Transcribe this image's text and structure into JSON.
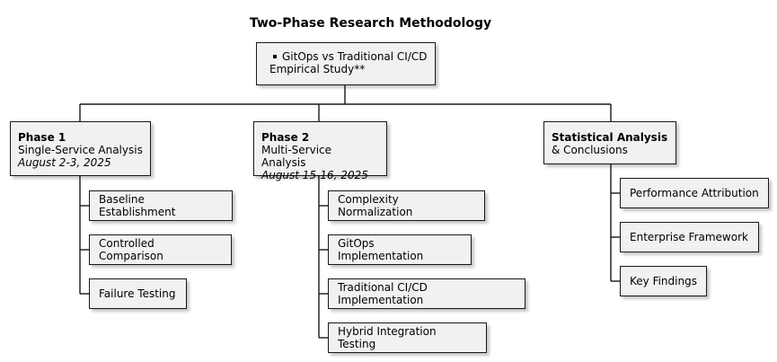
{
  "title": "Two-Phase Research Methodology",
  "root": {
    "line1": "GitOps vs Traditional CI/CD",
    "line2": "Empirical Study**"
  },
  "phases": [
    {
      "heading": "Phase 1",
      "subtitle": "Single-Service Analysis",
      "dates": "August 2-3, 2025",
      "items": [
        "Baseline Establishment",
        "Controlled Comparison",
        "Failure Testing"
      ]
    },
    {
      "heading": "Phase 2",
      "subtitle": "Multi-Service Analysis",
      "dates": "August 15-16, 2025",
      "items": [
        "Complexity Normalization",
        "GitOps Implementation",
        "Traditional CI/CD Implementation",
        "Hybrid Integration Testing"
      ]
    },
    {
      "heading": "Statistical Analysis",
      "subtitle": "& Conclusions",
      "items": [
        "Performance Attribution",
        "Enterprise Framework",
        "Key Findings"
      ]
    }
  ]
}
